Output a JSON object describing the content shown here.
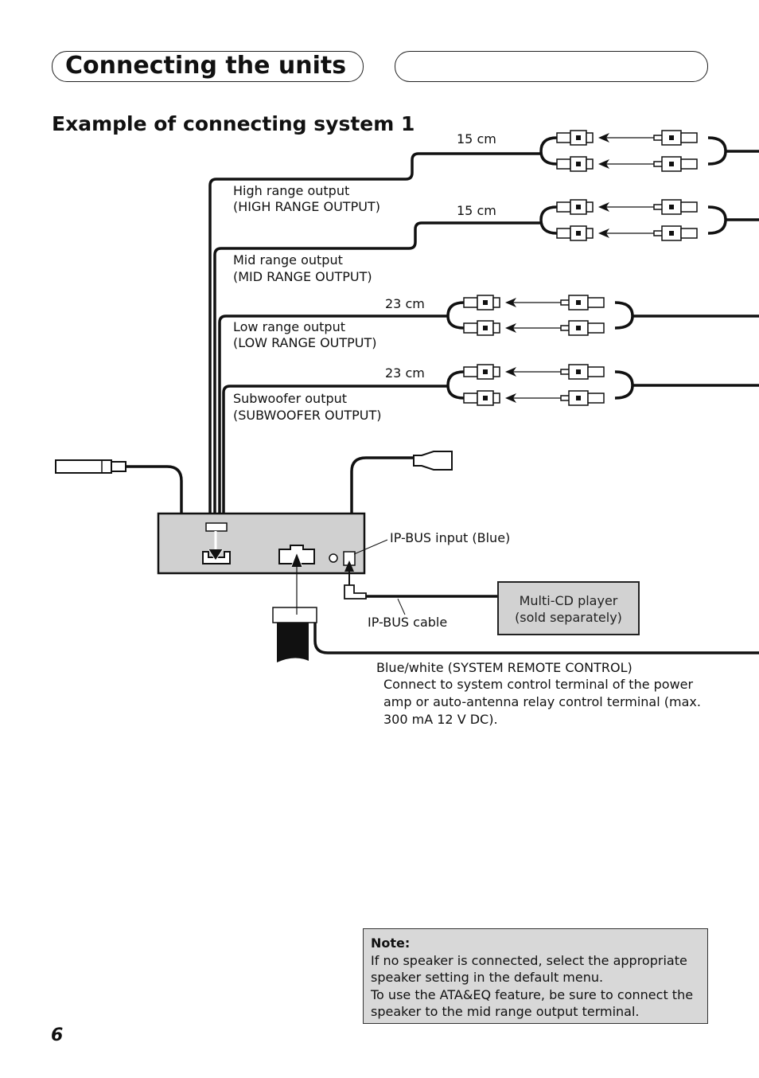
{
  "header": {
    "title": "Connecting the units"
  },
  "section": {
    "title": "Example of connecting system 1"
  },
  "cables": [
    {
      "length": "15 cm",
      "label": "High range output",
      "sub": "(HIGH RANGE OUTPUT)"
    },
    {
      "length": "15 cm",
      "label": "Mid range output",
      "sub": "(MID RANGE OUTPUT)"
    },
    {
      "length": "23 cm",
      "label": "Low range output",
      "sub": "(LOW RANGE OUTPUT)"
    },
    {
      "length": "23 cm",
      "label": "Subwoofer output",
      "sub": "(SUBWOOFER OUTPUT)"
    }
  ],
  "ipbus": {
    "input_label": "IP-BUS input (Blue)",
    "cable_label": "IP-BUS cable"
  },
  "multi_cd": {
    "line1": "Multi-CD player",
    "line2": "(sold separately)"
  },
  "remote": {
    "title": "Blue/white (SYSTEM REMOTE CONTROL)",
    "line1": "Connect to system control terminal of the power",
    "line2": "amp or auto-antenna relay control terminal (max.",
    "line3": "300 mA 12 V DC)."
  },
  "note": {
    "heading": "Note:",
    "line1": "If no speaker is connected, select the appropriate",
    "line2": "speaker setting in the default menu.",
    "line3": "To use the ATA&EQ feature, be sure to connect the",
    "line4": "speaker to the mid range output terminal."
  },
  "page_number": "6"
}
